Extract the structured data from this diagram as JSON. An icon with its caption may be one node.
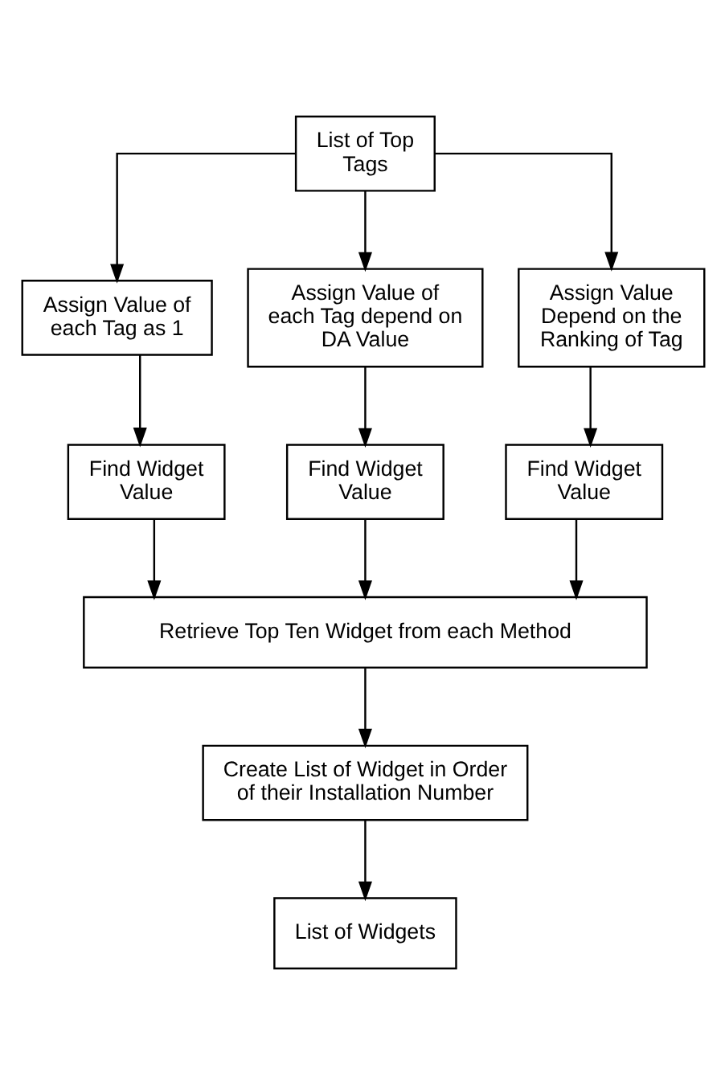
{
  "diagram": {
    "nodes": [
      {
        "text": [
          "List of Top Tags"
        ]
      },
      {
        "text": [
          "Assign Value of each Tag as 1"
        ]
      },
      {
        "text": [
          "Assign Value of each Tag depend on DA Value"
        ]
      },
      {
        "text": [
          "Assign Value Depend on the Ranking of Tag"
        ]
      },
      {
        "text": [
          "Find Widget Value"
        ]
      },
      {
        "text": [
          "Find Widget Value"
        ]
      },
      {
        "text": [
          "Find Widget Value"
        ]
      },
      {
        "text": [
          "Retrieve Top Ten Widget from each Method"
        ]
      },
      {
        "text": [
          "Create List of Widget in Order of their Installation Number"
        ]
      },
      {
        "text": [
          "List of Widgets"
        ]
      }
    ],
    "edges": [
      {
        "from": 0,
        "to": 1,
        "arrow": "to"
      },
      {
        "from": 0,
        "to": 2,
        "arrow": "to"
      },
      {
        "from": 0,
        "to": 3,
        "arrow": "to"
      },
      {
        "from": 1,
        "to": 4,
        "arrow": "to"
      },
      {
        "from": 2,
        "to": 5,
        "arrow": "to"
      },
      {
        "from": 3,
        "to": 6,
        "arrow": "to"
      },
      {
        "from": 4,
        "to": 7,
        "arrow": "to"
      },
      {
        "from": 5,
        "to": 7,
        "arrow": "to"
      },
      {
        "from": 6,
        "to": 7,
        "arrow": "to"
      },
      {
        "from": 7,
        "to": 8,
        "arrow": "to"
      },
      {
        "from": 8,
        "to": 9,
        "arrow": "to"
      }
    ]
  }
}
